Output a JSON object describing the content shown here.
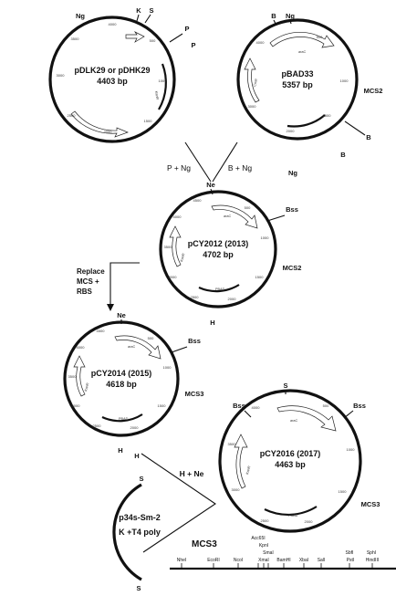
{
  "plasmids": [
    {
      "id": "pdlk29",
      "name_line1": "pDLK29 or pDHK29",
      "name_line2": "4403 bp",
      "ticks": [
        "500",
        "1000",
        "1500",
        "2000",
        "2500",
        "3000",
        "3500",
        "4000"
      ],
      "genes": [
        "KanR"
      ],
      "sites": [
        "Ng",
        "K",
        "S",
        "P",
        "P"
      ]
    },
    {
      "id": "pbad33",
      "name_line1": "pBAD33",
      "name_line2": "5357 bp",
      "ticks": [
        "500",
        "1000",
        "1500",
        "2000",
        "3000",
        "4000"
      ],
      "genes": [
        "araC",
        "CmR"
      ],
      "sites": [
        "B",
        "Ng",
        "MCS2",
        "B",
        "B",
        "Ng"
      ]
    },
    {
      "id": "pcy2012",
      "name_line1": "pCY2012 (2013)",
      "name_line2": "4702 bp",
      "ticks": [
        "500",
        "1000",
        "1500",
        "2000",
        "2500",
        "3000",
        "3500",
        "4000",
        "4500"
      ],
      "genes": [
        "araC",
        "KanR",
        "PBAD"
      ],
      "sites": [
        "Ne",
        "Bss",
        "MCS2",
        "H"
      ]
    },
    {
      "id": "pcy2014",
      "name_line1": "pCY2014 (2015)",
      "name_line2": "4618 bp",
      "ticks": [
        "500",
        "1000",
        "1500",
        "2000",
        "2500",
        "3000",
        "3500",
        "4000",
        "4500"
      ],
      "genes": [
        "araC",
        "KanR",
        "PBAD"
      ],
      "sites": [
        "Ne",
        "Bss",
        "MCS3",
        "H"
      ]
    },
    {
      "id": "pcy2016",
      "name_line1": "pCY2016 (2017)",
      "name_line2": "4463 bp",
      "ticks": [
        "500",
        "1000",
        "1500",
        "2000",
        "2500",
        "3000",
        "3500",
        "4000"
      ],
      "genes": [
        "araC",
        "KanR",
        "PBAD"
      ],
      "sites": [
        "S",
        "Bss",
        "Bss",
        "MCS3"
      ]
    }
  ],
  "steps": {
    "left_digest": "P + Ng",
    "right_digest": "B + Ng",
    "replace_l1": "Replace",
    "replace_l2": "MCS +",
    "replace_l3": "RBS",
    "h_ne": "H + Ne"
  },
  "fragment": {
    "label_line1": "p34s-Sm-2",
    "label_line2": "K +T4 poly",
    "top_site": "S",
    "bottom_site": "S",
    "h_site": "H"
  },
  "mcs": {
    "title": "MCS3",
    "enzymes": [
      "NheI",
      "EcoRI",
      "NcoI",
      "Acc65I",
      "KpnI",
      "SmaI",
      "XmaI",
      "BamHI",
      "XbaI",
      "SalI",
      "SbfI",
      "PstI",
      "SphI",
      "HindIII"
    ]
  }
}
